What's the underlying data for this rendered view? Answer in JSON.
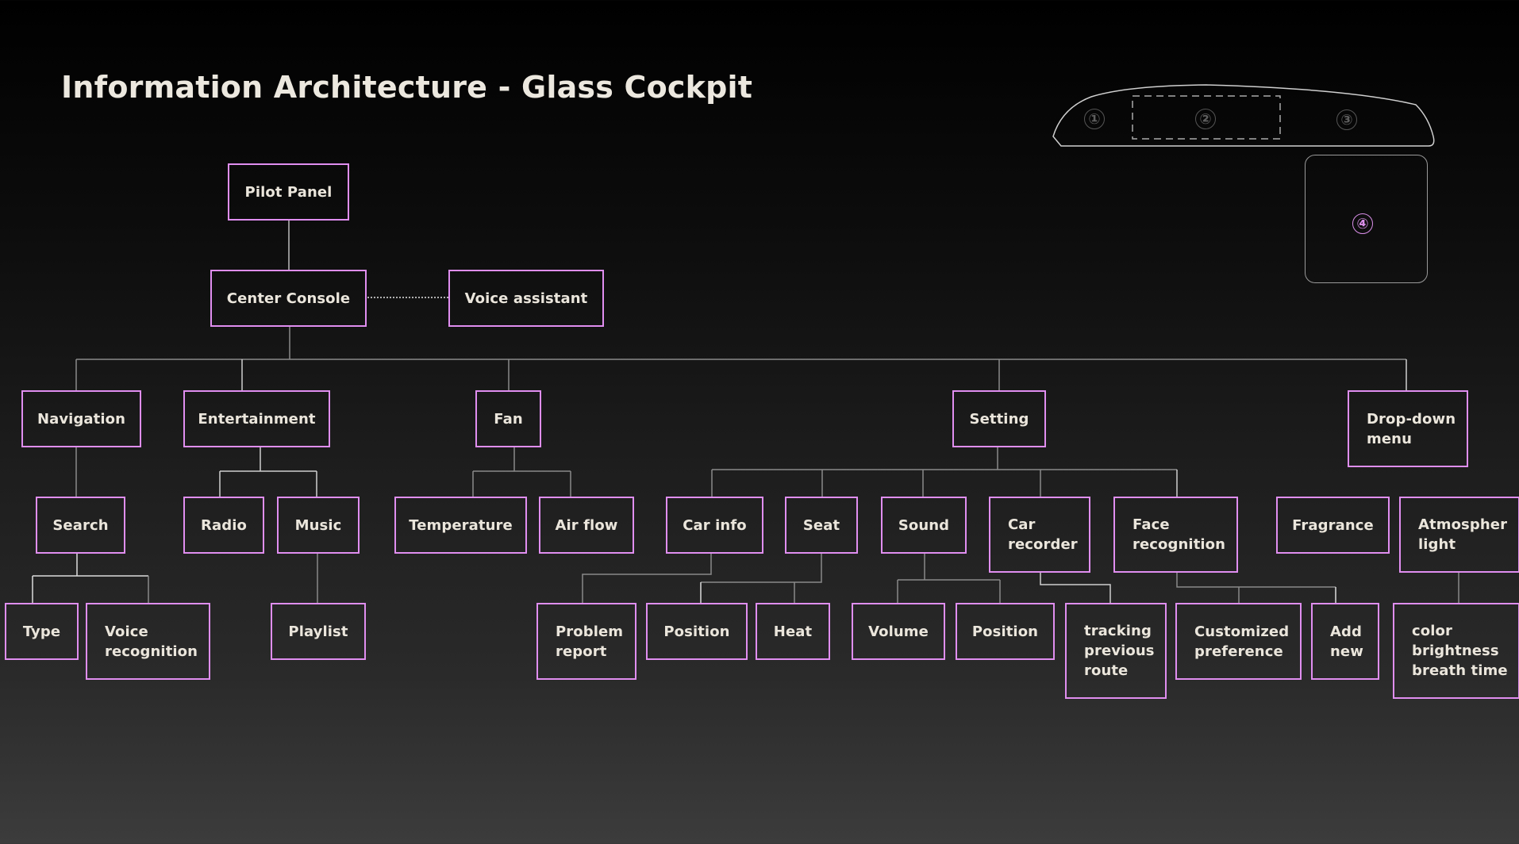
{
  "title": "Information Architecture - Glass Cockpit",
  "colors": {
    "node_border": "#e08ef0",
    "text": "#ebe6dc",
    "connector": "#8a8a8a",
    "marker_inactive": "#5f5f5f",
    "marker_active": "#d98ee8"
  },
  "cockpit_map": {
    "markers": [
      "①",
      "②",
      "③",
      "④"
    ],
    "active_marker": "④"
  },
  "tree": {
    "root": "Pilot Panel",
    "center": "Center Console",
    "side": "Voice assistant",
    "level1": [
      "Navigation",
      "Entertainment",
      "Fan",
      "Setting",
      "Drop-down\nmenu"
    ],
    "navigation": {
      "children": [
        "Search"
      ],
      "search_children": [
        "Type",
        "Voice\nrecognition"
      ]
    },
    "entertainment": {
      "children": [
        "Radio",
        "Music"
      ],
      "music_children": [
        "Playlist"
      ]
    },
    "fan": {
      "children": [
        "Temperature",
        "Air flow"
      ]
    },
    "setting": {
      "children": [
        "Car info",
        "Seat",
        "Sound",
        "Car\nrecorder",
        "Face\nrecognition"
      ],
      "car_info_children": [
        "Problem\nreport"
      ],
      "seat_children": [
        "Position",
        "Heat"
      ],
      "sound_children": [
        "Volume",
        "Position"
      ],
      "car_recorder_children": [
        "tracking\nprevious\nroute"
      ],
      "face_recognition_children": [
        "Customized\npreference",
        "Add\nnew"
      ]
    },
    "dropdown": {
      "children": [
        "Fragrance",
        "Atmospher\nlight"
      ],
      "atmospher_children": [
        "color\nbrightness\nbreath time"
      ]
    }
  }
}
